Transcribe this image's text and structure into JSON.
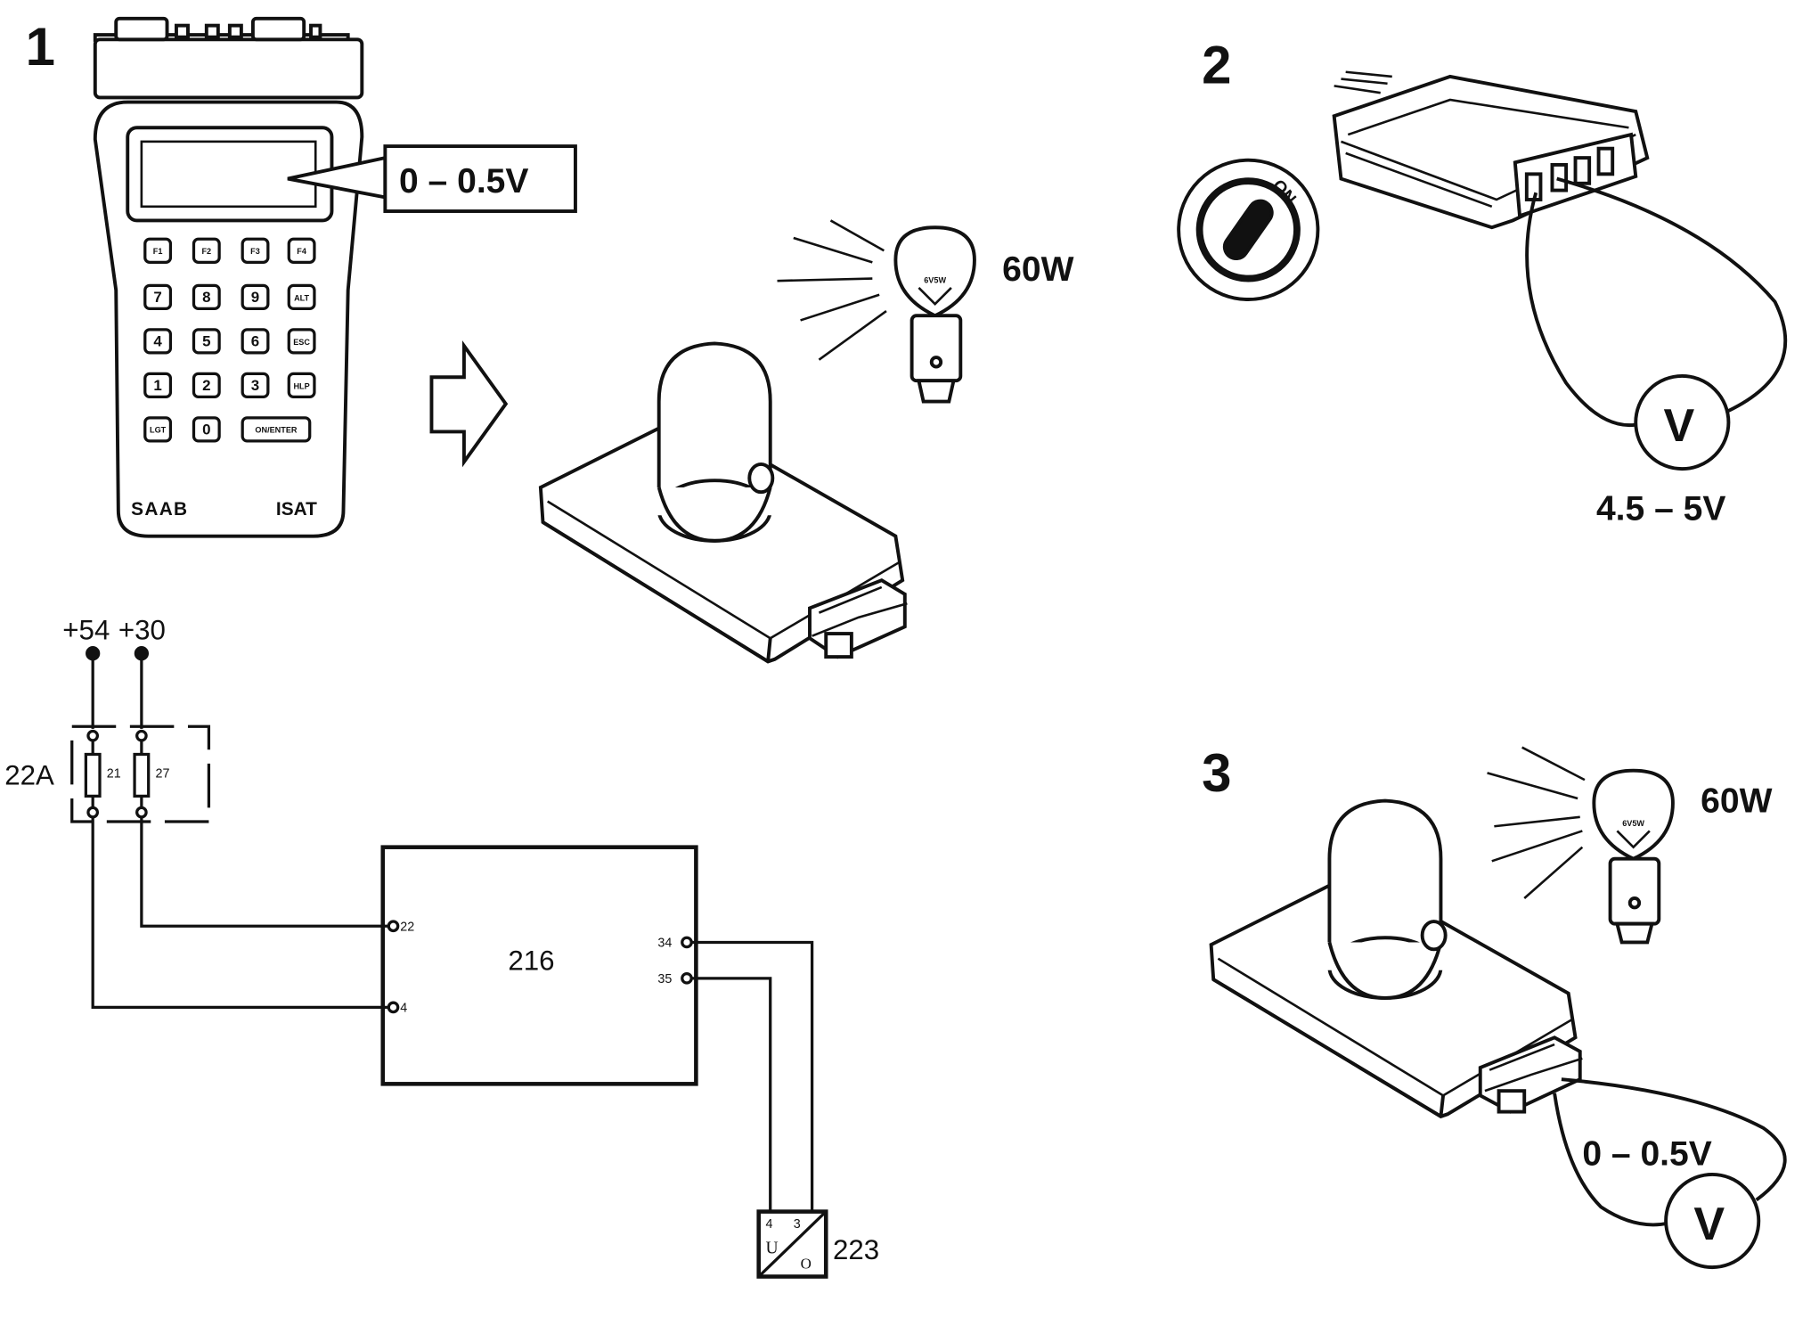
{
  "steps": {
    "step1": "1",
    "step2": "2",
    "step3": "3"
  },
  "readings": {
    "tester_voltage": "0 – 0.5V",
    "connector_voltage": "4.5 – 5V",
    "final_voltage": "0 – 0.5V",
    "lamp_power_top": "60W",
    "lamp_power_bottom": "60W",
    "voltmeter_symbol_top": "V",
    "voltmeter_symbol_bottom": "V",
    "ignition_label": "ON"
  },
  "tester": {
    "brand": "SAAB",
    "model": "ISAT",
    "keys": [
      {
        "label": "F1"
      },
      {
        "label": "F2"
      },
      {
        "label": "F3"
      },
      {
        "label": "F4"
      },
      {
        "label": "7"
      },
      {
        "label": "8"
      },
      {
        "label": "9"
      },
      {
        "label": "ALT"
      },
      {
        "label": "4"
      },
      {
        "label": "5"
      },
      {
        "label": "6"
      },
      {
        "label": "ESC"
      },
      {
        "label": "1"
      },
      {
        "label": "2"
      },
      {
        "label": "3"
      },
      {
        "label": "HLP"
      },
      {
        "label": "LGT"
      },
      {
        "label": "0"
      },
      {
        "label": "ON/ENTER"
      }
    ]
  },
  "lamp_base_text": "6V5W",
  "schematic": {
    "supply_54": "+54",
    "supply_30": "+30",
    "fusebox": "22A",
    "fuse_a": "21",
    "fuse_b": "27",
    "control_unit": "216",
    "pin_22": "22",
    "pin_4": "4",
    "pin_34": "34",
    "pin_35": "35",
    "sensor": "223",
    "sensor_pin_4": "4",
    "sensor_pin_3": "3",
    "sensor_u": "U",
    "sensor_o": "O"
  }
}
